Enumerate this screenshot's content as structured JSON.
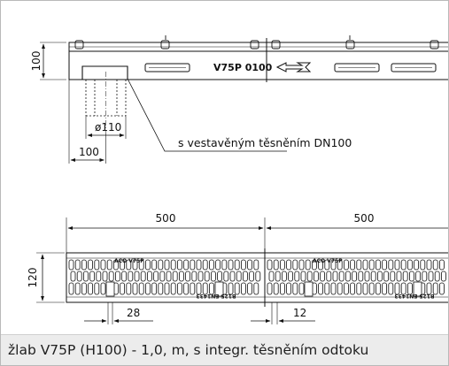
{
  "side_view": {
    "height_dim": "100",
    "product_code": "V75P 0100",
    "pipe_dim": "ø110",
    "offset_dim": "100",
    "seal_label": "s vestavěným těsněním DN100"
  },
  "plan_view": {
    "length_left": "500",
    "length_right": "500",
    "width_dim": "120",
    "gap_left": "28",
    "gap_right": "12",
    "grate_brand": "ACO V75P",
    "grate_code": "B125 EN1433"
  },
  "caption": "žlab V75P (H100) - 1,0, m, s integr. těsněním odtoku"
}
